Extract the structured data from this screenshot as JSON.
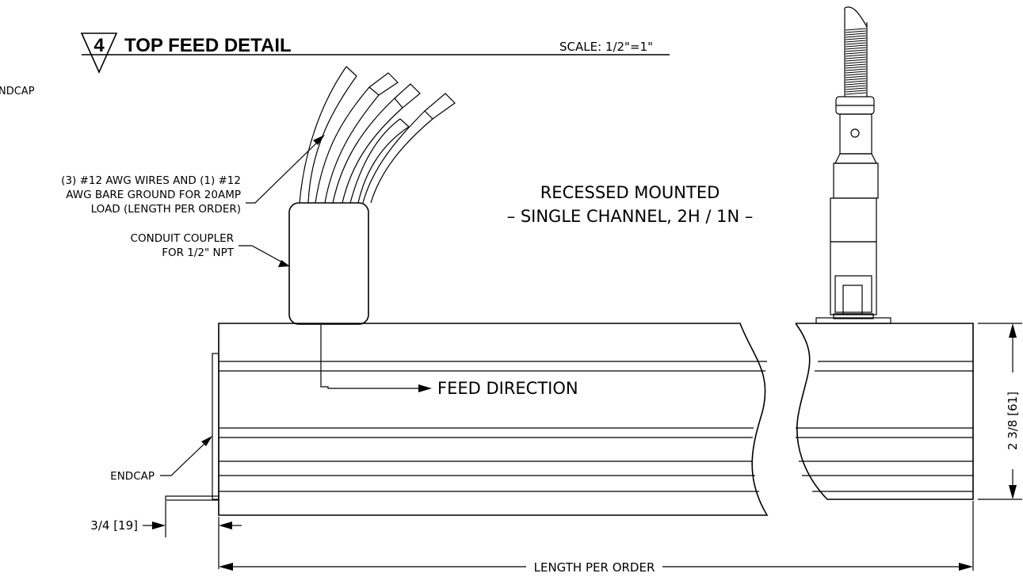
{
  "title": {
    "number": "4",
    "text": "TOP FEED DETAIL",
    "scale": "SCALE: 1/2\"=1\""
  },
  "partial_label": "NDCAP",
  "callouts": {
    "wires": [
      "(3) #12 AWG WIRES AND (1) #12",
      "AWG BARE GROUND FOR 20AMP",
      "LOAD (LENGTH PER ORDER)"
    ],
    "coupler": [
      "CONDUIT COUPLER",
      "FOR 1/2\" NPT"
    ],
    "endcap": "ENDCAP",
    "feed_direction": "FEED DIRECTION"
  },
  "mount_note": {
    "line1": "RECESSED MOUNTED",
    "line2": "– SINGLE CHANNEL, 2H / 1N –"
  },
  "dimensions": {
    "endcap_offset": "3/4 [19]",
    "height": "2 3/8 [61]",
    "length": "LENGTH PER ORDER"
  }
}
